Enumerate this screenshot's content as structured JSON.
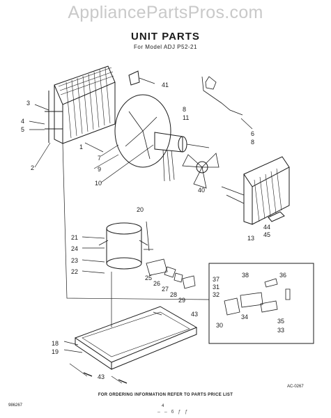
{
  "watermark": "AppliancePartsPros.com",
  "title": "UNIT PARTS",
  "subtitle": "For Model ADJ P52-21",
  "footer_note": "FOR ORDERING INFORMATION REFER TO PARTS PRICE LIST",
  "doc_number": "986267",
  "page_number": "4",
  "diagram_code": "AC-0267",
  "scribble": "‒ ‒ 6 ƒ ƒ",
  "callouts": [
    "1",
    "2",
    "3",
    "4",
    "5",
    "6",
    "7",
    "8",
    "8",
    "9",
    "10",
    "11",
    "13",
    "18",
    "19",
    "20",
    "21",
    "22",
    "23",
    "24",
    "25",
    "26",
    "27",
    "28",
    "29",
    "30",
    "31",
    "32",
    "33",
    "34",
    "35",
    "36",
    "37",
    "38",
    "40",
    "41",
    "43",
    "43",
    "44",
    "45"
  ]
}
